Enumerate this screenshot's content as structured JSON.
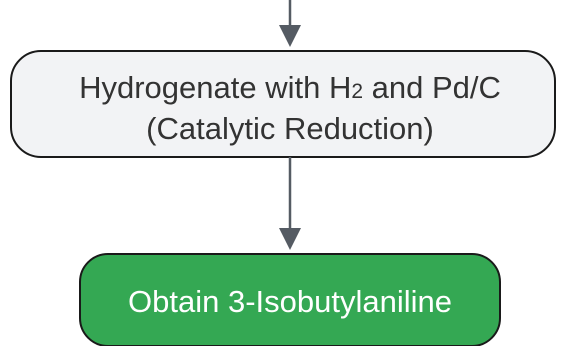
{
  "flowchart": {
    "process_node": {
      "line1_prefix": "Hydrogenate with H",
      "line1_subscript": "2",
      "line1_suffix": " and Pd/C",
      "line2": "(Catalytic Reduction)"
    },
    "result_node": {
      "label": "Obtain 3-Isobutylaniline"
    }
  },
  "colors": {
    "process_fill": "#f2f3f5",
    "process_stroke": "#1a1a1a",
    "process_text": "#333333",
    "result_fill": "#34a853",
    "result_stroke": "#1a1a1a",
    "result_text": "#ffffff",
    "arrow": "#555b63"
  }
}
